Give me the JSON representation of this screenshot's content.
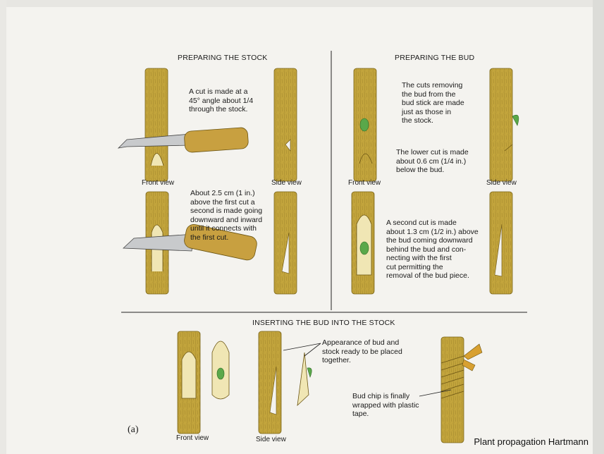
{
  "headings": {
    "stock": "PREPARING THE STOCK",
    "bud": "PREPARING THE BUD",
    "insert": "INSERTING THE BUD INTO THE STOCK"
  },
  "captions": {
    "stock_cut1": [
      "A cut is made at a",
      "45° angle about 1/4",
      "through the stock."
    ],
    "stock_cut2": [
      "About 2.5 cm (1 in.)",
      "above the first cut a",
      "second is made going",
      "downward and inward",
      "until it connects with",
      "the first cut."
    ],
    "bud_cut1": [
      "The cuts removing",
      "the bud from the",
      "bud stick are made",
      "just as those in",
      "the stock."
    ],
    "bud_lower": [
      "The lower cut is made",
      "about 0.6 cm (1/4 in.)",
      "below the bud."
    ],
    "bud_cut2": [
      "A second cut is made",
      "about 1.3 cm (1/2 in.) above",
      "the bud coming downward",
      "behind the bud and con-",
      "necting with the first",
      "cut permitting the",
      "removal of the bud piece."
    ],
    "appearance": [
      "Appearance of bud and",
      "stock ready to be placed",
      "together."
    ],
    "wrapped": [
      "Bud chip is finally",
      "wrapped with plastic",
      "tape."
    ]
  },
  "view_labels": {
    "front": "Front view",
    "side": "Side view"
  },
  "figure_label": "(a)",
  "credit": "Plant propagation Hartmann",
  "colors": {
    "stem": "#c2a43c",
    "stem_dark": "#8a7020",
    "bud": "#5aa84a",
    "chip": "#f0e6b4",
    "knife": "#c8cacc"
  }
}
